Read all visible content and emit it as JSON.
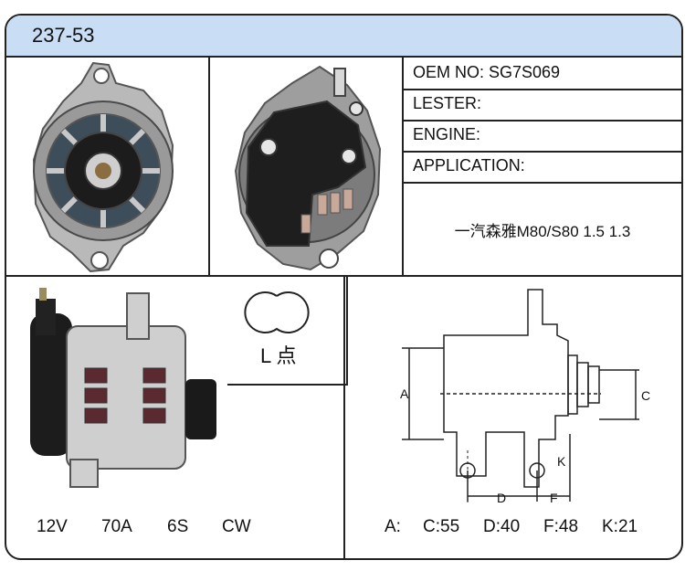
{
  "title": "237-53",
  "specs": {
    "oem": "OEM NO: SG7S069",
    "lester": "LESTER:",
    "engine": "ENGINE:",
    "application": "APPLICATION:",
    "application_value": "一汽森雅M80/S80 1.5 1.3"
  },
  "electrical": {
    "voltage": "12V",
    "amperage": "70A",
    "pulley": "6S",
    "rotation": "CW"
  },
  "mount": {
    "label": "L 点"
  },
  "dimensions": {
    "a": "A:",
    "c": "C:55",
    "d": "D:40",
    "f": "F:48",
    "k": "K:21"
  },
  "diagram_labels": {
    "a": "A",
    "c": "C",
    "d": "D",
    "f": "F",
    "k": "K"
  },
  "colors": {
    "title_bar": "#c9def4",
    "border": "#222222"
  }
}
